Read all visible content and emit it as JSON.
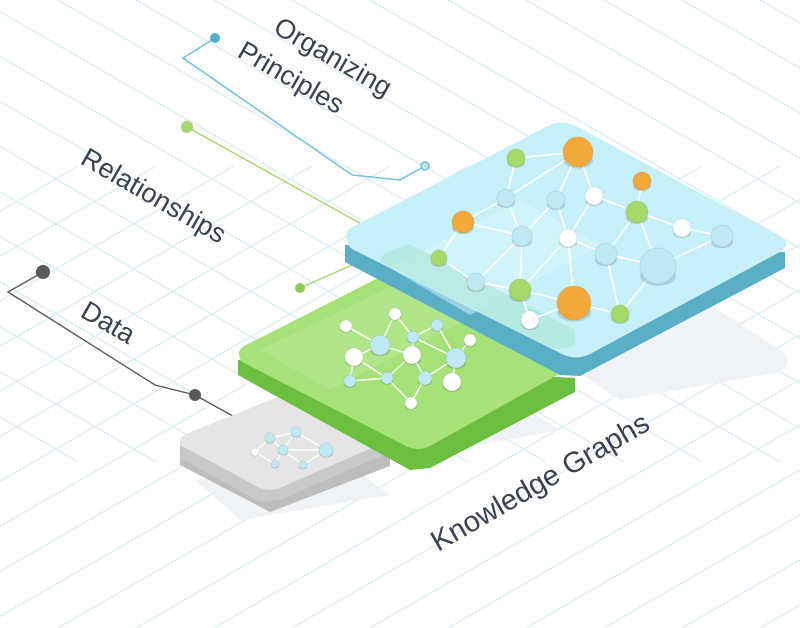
{
  "labels": {
    "organizing_line1": "Organizing",
    "organizing_line2": "Principles",
    "relationships": "Relationships",
    "data": "Data",
    "knowledge_graphs": "Knowledge Graphs"
  },
  "colors": {
    "grid": "#cfe7f2",
    "cyan_layer": "#c6eff7",
    "cyan_edge": "#5aaec6",
    "green_layer": "#a6e17a",
    "green_edge": "#6cbf3f",
    "gray_layer": "#e6e6e6",
    "gray_edge": "#b8b8b8",
    "node_orange": "#f2a93a",
    "node_green": "#a7d96a",
    "node_cyan": "#bfe8f3",
    "node_white": "#ffffff",
    "leader_cyan": "#6cc0d8",
    "leader_green": "#a6d66f",
    "leader_gray": "#5a5a5a",
    "text": "#3a4150"
  }
}
